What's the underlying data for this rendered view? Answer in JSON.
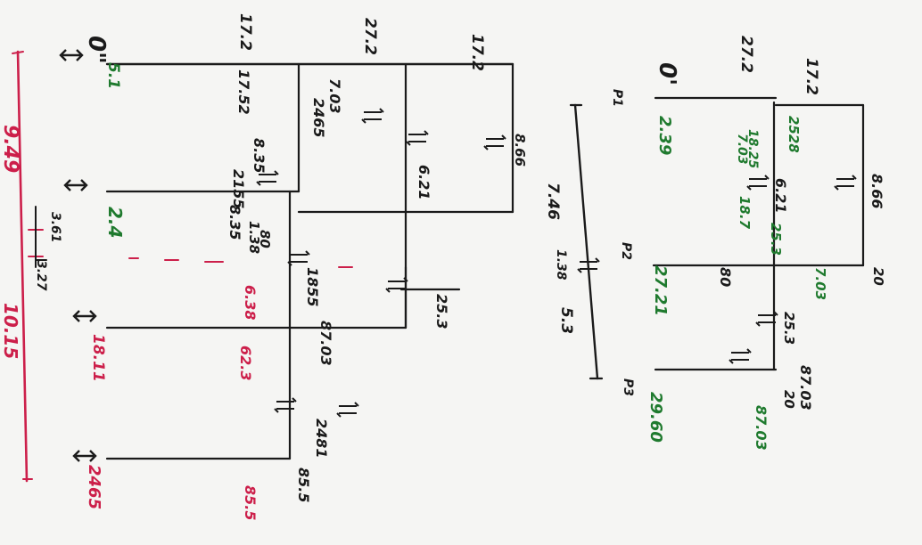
{
  "colors": {
    "paper": "#f5f5f3",
    "ink_black": "#1a1a1a",
    "ink_green": "#1f7a2e",
    "ink_red": "#cc1f4a"
  },
  "frame_left": {
    "label_origin": "0\"",
    "top_moments": [
      "17.2",
      "27.2",
      "17.2"
    ],
    "joint_a": [
      "7.03",
      "2465",
      "17.52"
    ],
    "joint_b": [
      "8.35",
      "2155",
      "8.35"
    ],
    "joint_c": [
      "1.38",
      "80",
      "6.21"
    ],
    "joint_d": [
      "8.66",
      "1855",
      "87.03"
    ],
    "joint_e": [
      "6.38",
      "62.3",
      "85.5"
    ],
    "joint_f": [
      "25.3",
      "2481",
      "85.5"
    ],
    "reactions": [
      "5.1",
      "2.4",
      "18.11",
      "2465"
    ],
    "dims": [
      "9.49",
      "3.61",
      "3.27",
      "10.15"
    ]
  },
  "frame_right": {
    "label_origin": "0'",
    "top_moments": [
      "27.2",
      "17.2"
    ],
    "joint_a": [
      "2528",
      "18.25",
      "7.03"
    ],
    "joint_b": [
      "6.21",
      "25.3",
      "8.66"
    ],
    "joint_c": [
      "18.7",
      "80",
      "20"
    ],
    "joint_d": [
      "7.03",
      "25.3",
      "87.03"
    ],
    "joint_e": [
      "20",
      "87.03"
    ],
    "base_dims": [
      "7.46",
      "1.38",
      "5.3"
    ],
    "node_labels": [
      "P1",
      "P2",
      "P3"
    ],
    "reactions": [
      "2.39",
      "27.21",
      "29.60"
    ]
  }
}
